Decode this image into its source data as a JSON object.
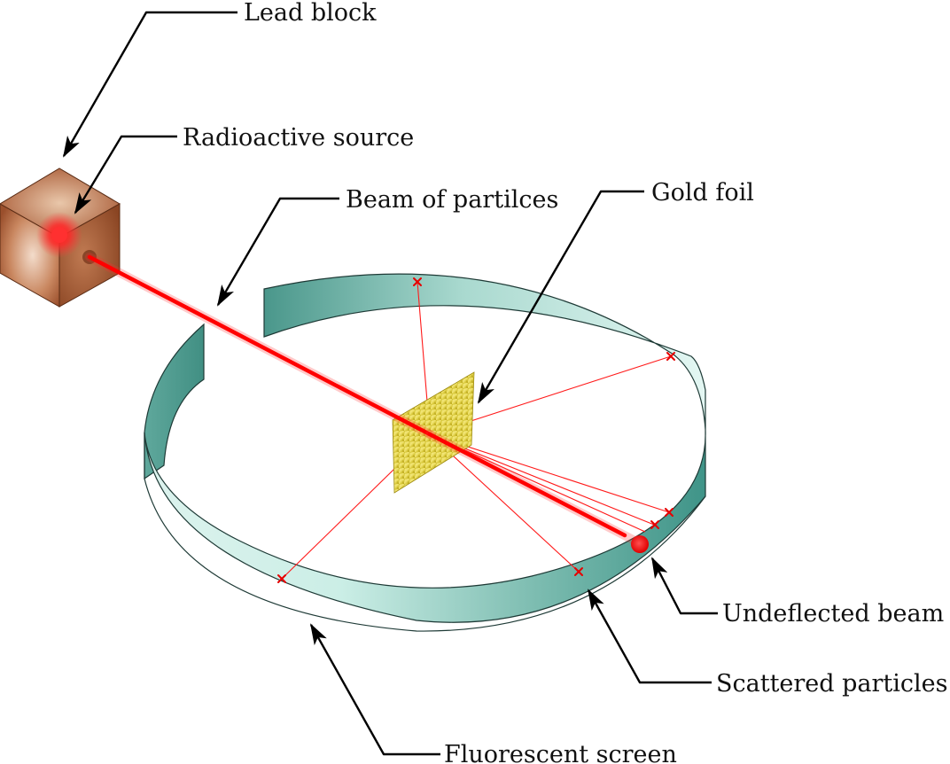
{
  "labels": {
    "lead_block": "Lead block",
    "radioactive_source": "Radioactive source",
    "beam": "Beam of partilces",
    "gold_foil": "Gold foil",
    "undeflected_beam": "Undeflected beam",
    "scattered_particles": "Scattered particles",
    "fluorescent_screen": "Fluorescent screen"
  },
  "colors": {
    "beam": "#ff0000",
    "screen_light": "#e2f7f2",
    "screen_dark": "#4e9a8e",
    "gold": "#e6d43a",
    "lead_block": "#b5643a"
  },
  "icons": {
    "arrow": "black-arrowhead",
    "scatter_mark": "red-x-mark"
  }
}
